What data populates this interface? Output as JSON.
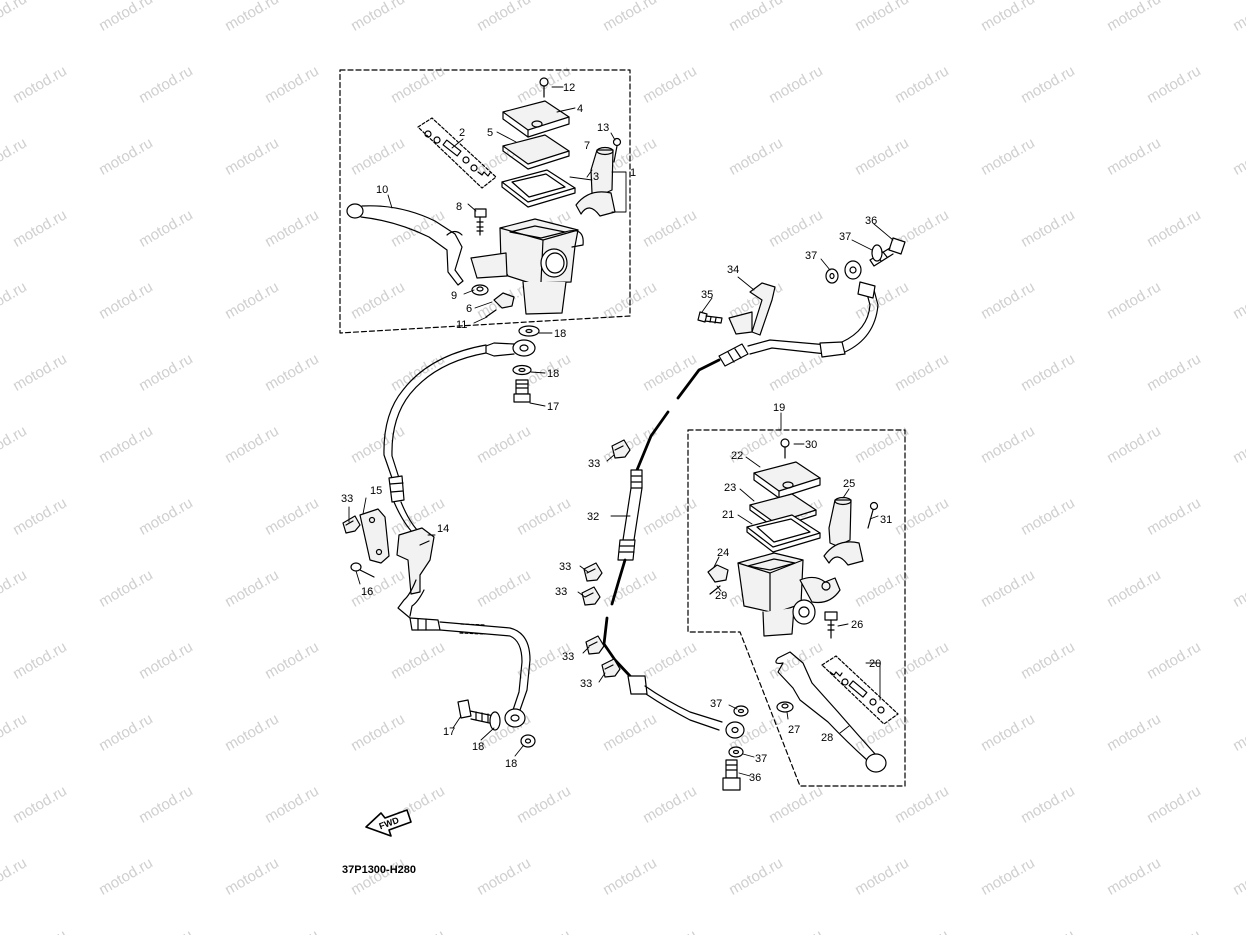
{
  "watermark_text": "motod.ru",
  "diagram_code": "37P1300-H280",
  "fwd_label": "FWD",
  "callouts": {
    "c1": "1",
    "c2": "2",
    "c3": "3",
    "c4": "4",
    "c5": "5",
    "c6": "6",
    "c7": "7",
    "c8": "8",
    "c9": "9",
    "c10": "10",
    "c11": "11",
    "c12": "12",
    "c13": "13",
    "c14": "14",
    "c15": "15",
    "c16": "16",
    "c17a": "17",
    "c17b": "17",
    "c18a": "18",
    "c18b": "18",
    "c18c": "18",
    "c18d": "18",
    "c19": "19",
    "c20": "20",
    "c21": "21",
    "c22": "22",
    "c23": "23",
    "c24": "24",
    "c25": "25",
    "c26": "26",
    "c27": "27",
    "c28": "28",
    "c29": "29",
    "c30": "30",
    "c31": "31",
    "c32": "32",
    "c33a": "33",
    "c33b": "33",
    "c33c": "33",
    "c33d": "33",
    "c33e": "33",
    "c33f": "33",
    "c34": "34",
    "c35": "35",
    "c36a": "36",
    "c36b": "36",
    "c37a": "37",
    "c37b": "37",
    "c37c": "37",
    "c37d": "37"
  },
  "colors": {
    "line": "#000000",
    "fill_light": "#f2f2f2",
    "fill_mid": "#d9d9d9",
    "watermark": "#cfcfcf"
  }
}
